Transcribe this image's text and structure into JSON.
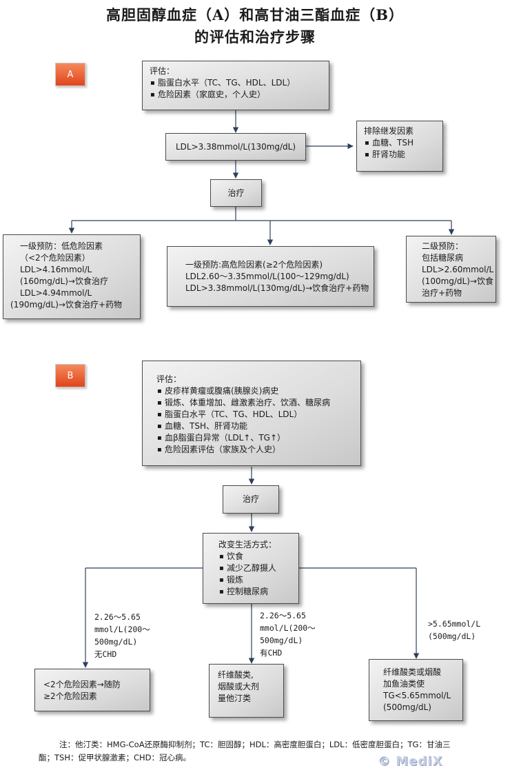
{
  "title": {
    "line1": "高胆固醇血症（A）和高甘油三酯血症（B）",
    "line2": "的评估和治疗步骤"
  },
  "partA": {
    "tag": "A",
    "assess": {
      "heading": "评估：",
      "items": [
        "脂蛋白水平（TC、TG、HDL、LDL）",
        "危险因素（家庭史，个人史）"
      ]
    },
    "ldl": "LDL>3.38mmol/L(130mg/dL)",
    "exclude": {
      "heading": "排除继发因素",
      "items": [
        "血糖、TSH",
        "肝肾功能"
      ]
    },
    "treat": "治疗",
    "low": [
      "一级预防：低危险因素",
      "（<2个危险因素）",
      "LDL>4.16mmol/L",
      "(160mg/dL)→饮食治疗",
      "LDL>4.94mmol/L",
      "(190mg/dL)→饮食治疗+药物"
    ],
    "high": [
      "一级预防:高危险因素(≥2个危险因素)",
      "LDL2.60～3.35mmol/L(100～129mg/dL)",
      "LDL>3.38mmol/L(130mg/dL)→饮食治疗+药物"
    ],
    "secondary": [
      "二级预防：",
      "包括糖尿病",
      "LDL>2.60mmol/L",
      "(100mg/dL)→饮食",
      "治疗+药物"
    ]
  },
  "partB": {
    "tag": "B",
    "assess": {
      "heading": "评估：",
      "items": [
        "皮疹样黄瘤或腹痛(胰腺炎)病史",
        "锻炼、体重增加、雌激素治疗、饮酒、糖尿病",
        "脂蛋白水平（TC、TG、HDL、LDL）",
        "血糖、TSH、肝肾功能",
        "血β脂蛋白异常（LDL↑、TG↑）",
        "危险因素评估（家族及个人史）"
      ]
    },
    "treat": "治疗",
    "lifestyle": {
      "heading": "改变生活方式：",
      "items": [
        "饮食",
        "减少乙醇摄人",
        "锻炼",
        "控制糖尿病"
      ]
    },
    "label_left": [
      "2.26～5.65",
      "mmol/L(200～",
      "500mg/dL)",
      "无CHD"
    ],
    "label_mid": [
      "2.26～5.65",
      "mmol/L(200～",
      "500mg/dL)",
      "有CHD"
    ],
    "label_right": [
      ">5.65mmol/L",
      "(500mg/dL)"
    ],
    "out_left": [
      "<2个危险因素→随防",
      "≥2个危险因素"
    ],
    "out_mid": [
      "纤维酸类,",
      "烟酸或大剂",
      "量他汀类"
    ],
    "out_right": [
      "纤维酸类或烟酸",
      "加鱼油类使",
      "TG<5.65mmol/L",
      "(500mg/dL)"
    ]
  },
  "note": "注：他汀类：HMG-CoA还原酶抑制剂；TC：胆固醇；HDL：高密度胆蛋白；LDL：低密度胆蛋白；TG：甘油三酯；TSH：促甲状腺激素；CHD：冠心病。",
  "watermark": "© MediX"
}
